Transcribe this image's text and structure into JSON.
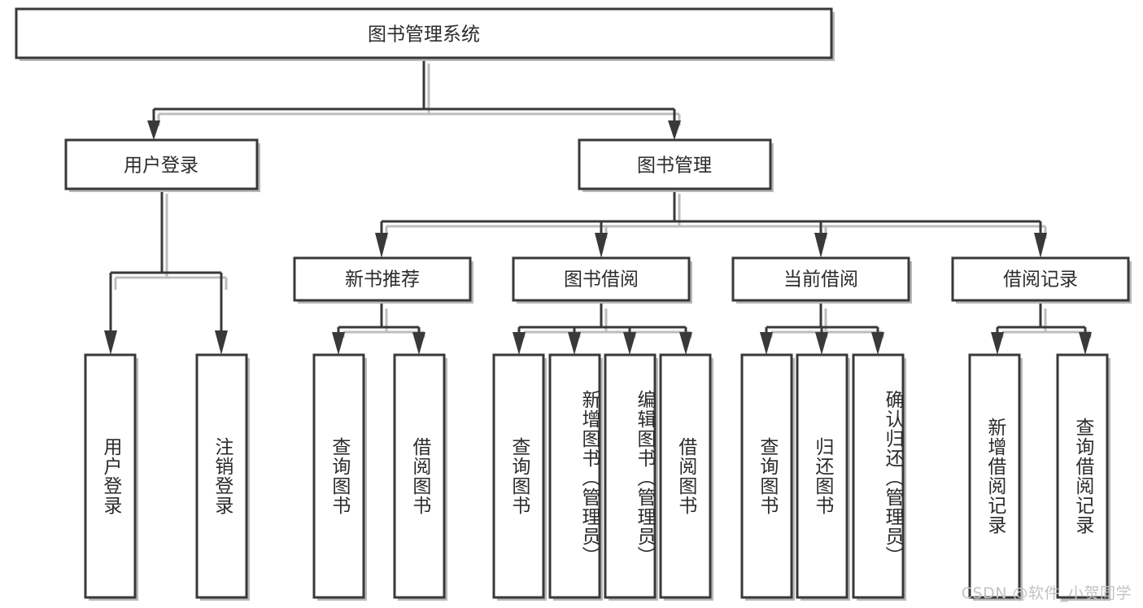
{
  "diagram": {
    "type": "tree",
    "title": "图书管理系统",
    "root": {
      "id": "root",
      "label": "图书管理系统",
      "orientation": "horizontal"
    },
    "level2": [
      {
        "id": "user-login",
        "label": "用户登录",
        "orientation": "horizontal"
      },
      {
        "id": "book-management",
        "label": "图书管理",
        "orientation": "horizontal"
      }
    ],
    "level3": [
      {
        "id": "new-book-recommend",
        "label": "新书推荐",
        "parent": "book-management",
        "orientation": "horizontal"
      },
      {
        "id": "book-borrow",
        "label": "图书借阅",
        "parent": "book-management",
        "orientation": "horizontal"
      },
      {
        "id": "current-borrow",
        "label": "当前借阅",
        "parent": "book-management",
        "orientation": "horizontal"
      },
      {
        "id": "borrow-record",
        "label": "借阅记录",
        "parent": "book-management",
        "orientation": "horizontal"
      }
    ],
    "leaves": [
      {
        "id": "leaf-user-login",
        "label": "用户登录",
        "parent": "user-login",
        "orientation": "vertical"
      },
      {
        "id": "leaf-logout-login",
        "label": "注销登录",
        "parent": "user-login",
        "orientation": "vertical"
      },
      {
        "id": "leaf-query-book-1",
        "label": "查询图书",
        "parent": "new-book-recommend",
        "orientation": "vertical"
      },
      {
        "id": "leaf-borrow-book-1",
        "label": "借阅图书",
        "parent": "new-book-recommend",
        "orientation": "vertical"
      },
      {
        "id": "leaf-query-book-2",
        "label": "查询图书",
        "parent": "book-borrow",
        "orientation": "vertical"
      },
      {
        "id": "leaf-add-book",
        "label": "新增图书（管理员）",
        "parent": "book-borrow",
        "orientation": "vertical"
      },
      {
        "id": "leaf-edit-book",
        "label": "编辑图书（管理员）",
        "parent": "book-borrow",
        "orientation": "vertical"
      },
      {
        "id": "leaf-borrow-book-2",
        "label": "借阅图书",
        "parent": "book-borrow",
        "orientation": "vertical"
      },
      {
        "id": "leaf-query-book-3",
        "label": "查询图书",
        "parent": "current-borrow",
        "orientation": "vertical"
      },
      {
        "id": "leaf-return-book",
        "label": "归还图书",
        "parent": "current-borrow",
        "orientation": "vertical"
      },
      {
        "id": "leaf-confirm-return",
        "label": "确认归还（管理员）",
        "parent": "current-borrow",
        "orientation": "vertical"
      },
      {
        "id": "leaf-add-record",
        "label": "新增借阅记录",
        "parent": "borrow-record",
        "orientation": "vertical"
      },
      {
        "id": "leaf-query-record",
        "label": "查询借阅记录",
        "parent": "borrow-record",
        "orientation": "vertical"
      }
    ]
  },
  "watermark": {
    "text": "CSDN @软件_小贺同学"
  },
  "colors": {
    "stroke": "#37393b",
    "fill": "#ffffff",
    "text": "#2b2b2b",
    "shadow": "#b9b9b9",
    "watermark": "#c3c3c3",
    "background": "#ffffff"
  }
}
